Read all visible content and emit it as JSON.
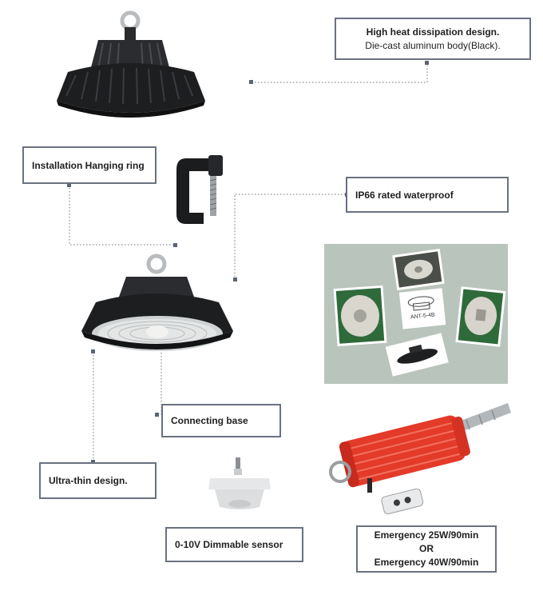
{
  "callouts": {
    "heat": {
      "title": "High heat dissipation design.",
      "subtitle": "Die-cast aluminum body(Black)."
    },
    "hanging_ring": "Installation Hanging ring",
    "waterproof": "IP66 rated  waterproof",
    "connecting_base": "Connecting base",
    "ultra_thin": "Ultra-thin design.",
    "sensor": "0-10V Dimmable sensor",
    "emergency": {
      "line1": "Emergency  25W/90min",
      "line2": "OR",
      "line3": "Emergency  40W/90min"
    }
  },
  "photo_labels": {
    "sensor_model": "ANT-5-4B"
  },
  "colors": {
    "box_border": "#6a7280",
    "leader": "#6a7280",
    "lamp_body": "#1d1e20",
    "emergency_red": "#e33a2a",
    "photo_bg": "#b9c4bc"
  }
}
